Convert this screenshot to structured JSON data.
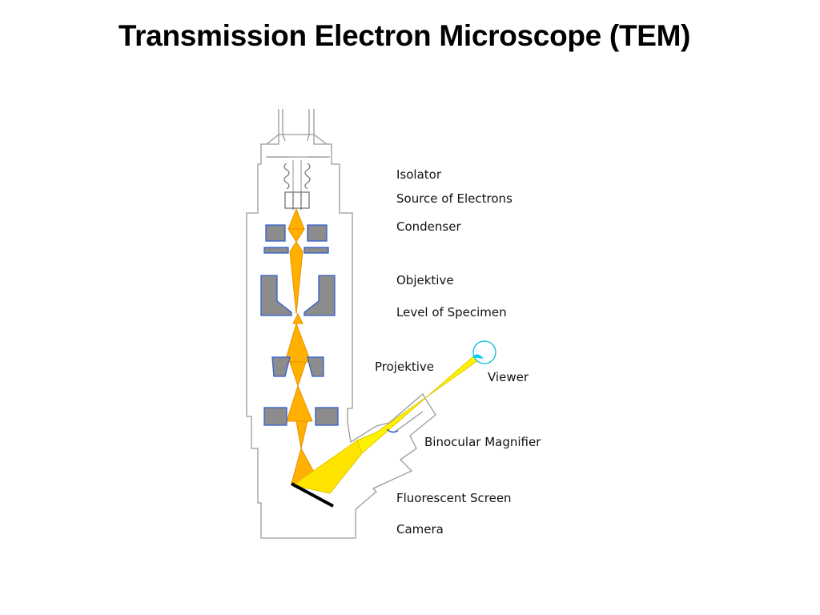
{
  "title": "Transmission Electron Microscope (TEM)",
  "labels": {
    "isolator": "Isolator",
    "source": "Source of Electrons",
    "condenser": "Condenser",
    "objektive": "Objektive",
    "specimen": "Level of Specimen",
    "projektive": "Projektive",
    "viewer": "Viewer",
    "binocular": "Binocular Magnifier",
    "screen": "Fluorescent Screen",
    "camera": "Camera"
  },
  "colors": {
    "beam_orange": "#FFB000",
    "beam_yellow": "#FFF200",
    "lens_gray": "#8C8C8C",
    "lens_border": "#2F5FD0",
    "outline": "#9A9A9A",
    "eye": "#00CCEE"
  }
}
